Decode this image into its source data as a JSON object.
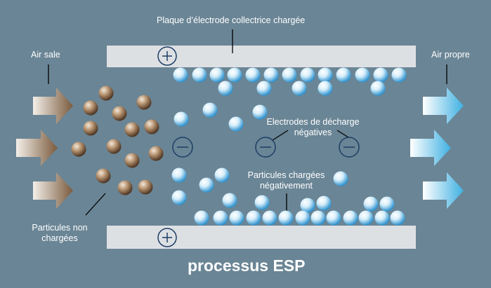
{
  "labels": {
    "top_plate": "Plaque d’électrode collectrice chargée",
    "air_in": "Air sale",
    "air_out": "Air propre",
    "discharge_line1": "Electrodes de décharge",
    "discharge_line2": "négatives",
    "charged_line1": "Particules chargées",
    "charged_line2": "négativement",
    "uncharged_line1": "Particules non",
    "uncharged_line2": "chargées"
  },
  "title": "processus ESP",
  "colors": {
    "background": "#6a8595",
    "plate": "#dde0e3",
    "electrode_stroke": "#1d3e66",
    "charged_particle": "#5ab3e3",
    "uncharged_particle": "#8a6a4c",
    "dirty_arrow": "#8f7a66",
    "clean_arrow": "#5bbde6",
    "text": "#ffffff"
  },
  "symbols": {
    "positive": "+",
    "negative": "−"
  }
}
